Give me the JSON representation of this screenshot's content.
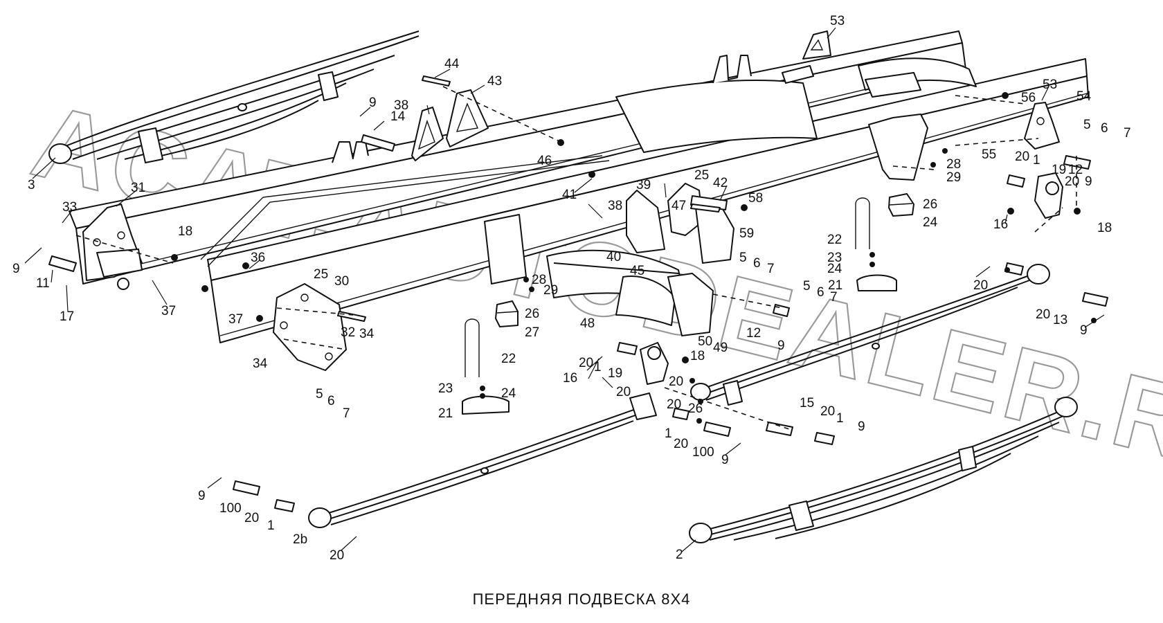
{
  "watermark": "ACAT.AUTODEALER.RU",
  "caption": "ПЕРЕДНЯЯ ПОДВЕСКА 8X4",
  "labels": [
    {
      "text": "53"
    },
    {
      "text": "53"
    },
    {
      "text": "44"
    },
    {
      "text": "43"
    },
    {
      "text": "38"
    },
    {
      "text": "14"
    },
    {
      "text": "9"
    },
    {
      "text": "46"
    },
    {
      "text": "56"
    },
    {
      "text": "54"
    },
    {
      "text": "5"
    },
    {
      "text": "6"
    },
    {
      "text": "7"
    },
    {
      "text": "55"
    },
    {
      "text": "20"
    },
    {
      "text": "1"
    },
    {
      "text": "19"
    },
    {
      "text": "12"
    },
    {
      "text": "20"
    },
    {
      "text": "9"
    },
    {
      "text": "28"
    },
    {
      "text": "29"
    },
    {
      "text": "26"
    },
    {
      "text": "24"
    },
    {
      "text": "16"
    },
    {
      "text": "18"
    },
    {
      "text": "3"
    },
    {
      "text": "31"
    },
    {
      "text": "33"
    },
    {
      "text": "9"
    },
    {
      "text": "18"
    },
    {
      "text": "11"
    },
    {
      "text": "17"
    },
    {
      "text": "37"
    },
    {
      "text": "36"
    },
    {
      "text": "41"
    },
    {
      "text": "39"
    },
    {
      "text": "25"
    },
    {
      "text": "42"
    },
    {
      "text": "58"
    },
    {
      "text": "38"
    },
    {
      "text": "47"
    },
    {
      "text": "59"
    },
    {
      "text": "40"
    },
    {
      "text": "45"
    },
    {
      "text": "5"
    },
    {
      "text": "6"
    },
    {
      "text": "7"
    },
    {
      "text": "22"
    },
    {
      "text": "23"
    },
    {
      "text": "24"
    },
    {
      "text": "21"
    },
    {
      "text": "25"
    },
    {
      "text": "30"
    },
    {
      "text": "37"
    },
    {
      "text": "32"
    },
    {
      "text": "34"
    },
    {
      "text": "34"
    },
    {
      "text": "5"
    },
    {
      "text": "6"
    },
    {
      "text": "7"
    },
    {
      "text": "28"
    },
    {
      "text": "29"
    },
    {
      "text": "26"
    },
    {
      "text": "27"
    },
    {
      "text": "48"
    },
    {
      "text": "22"
    },
    {
      "text": "23"
    },
    {
      "text": "24"
    },
    {
      "text": "21"
    },
    {
      "text": "5"
    },
    {
      "text": "6"
    },
    {
      "text": "7"
    },
    {
      "text": "12"
    },
    {
      "text": "9"
    },
    {
      "text": "50"
    },
    {
      "text": "49"
    },
    {
      "text": "18"
    },
    {
      "text": "20"
    },
    {
      "text": "1"
    },
    {
      "text": "19"
    },
    {
      "text": "16"
    },
    {
      "text": "20"
    },
    {
      "text": "20"
    },
    {
      "text": "20"
    },
    {
      "text": "26"
    },
    {
      "text": "1"
    },
    {
      "text": "20"
    },
    {
      "text": "100"
    },
    {
      "text": "9"
    },
    {
      "text": "15"
    },
    {
      "text": "20"
    },
    {
      "text": "1"
    },
    {
      "text": "9"
    },
    {
      "text": "20"
    },
    {
      "text": "20"
    },
    {
      "text": "13"
    },
    {
      "text": "9"
    },
    {
      "text": "9"
    },
    {
      "text": "100"
    },
    {
      "text": "20"
    },
    {
      "text": "1"
    },
    {
      "text": "2b"
    },
    {
      "text": "20"
    },
    {
      "text": "2"
    }
  ]
}
